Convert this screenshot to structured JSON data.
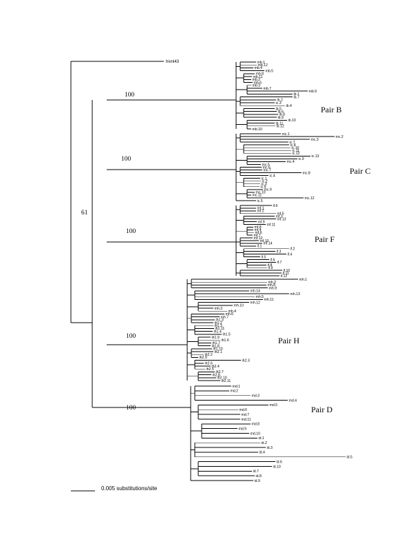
{
  "root_label": "hivnl43",
  "root_support": "61",
  "clades": [
    {
      "label": "Pair B",
      "support": "100",
      "leaves": [
        "mb.1",
        "mb.12",
        "mb.4",
        "mb.5",
        "mb.8",
        "mb.11",
        "mb.2",
        "mb.6",
        "mb.3",
        "mb.7",
        "mb.9",
        "ib.1",
        "ib.7",
        "ib.2",
        "ic.3",
        "ib.4",
        "ib.5",
        "ib.6",
        "ib.8",
        "ib.9",
        "ib.10",
        "ib.11",
        "ib.12",
        "mb.10"
      ]
    },
    {
      "label": "Pair C",
      "support": "100",
      "leaves": [
        "mc.1",
        "mc.2",
        "mc.3",
        "ic.7",
        "ic.8",
        "ic.10",
        "ic.11",
        "ic.12",
        "ic.13",
        "ic.9",
        "mc.4",
        "mc.5",
        "mc.6",
        "mc.7",
        "mc.8",
        "ic.4",
        "ic.1",
        "ic.2",
        "ic.3",
        "ic.6",
        "mc.9",
        "mc.10",
        "mc.11",
        "mc.12",
        "ic.5"
      ]
    },
    {
      "label": "Pair F",
      "support": "100",
      "leaves": [
        "if.6",
        "mf.1",
        "mf.2",
        "mf.5",
        "mf.3",
        "mf.13",
        "mf.9",
        "mf.11",
        "mf.8",
        "mf.4",
        "mf.6",
        "mf.7",
        "mf.12",
        "mf.10",
        "mf.14",
        "if.1",
        "if.2",
        "if.3",
        "if.4",
        "if.5",
        "if.6",
        "if.7",
        "if.8",
        "if.9",
        "if.10",
        "if.11",
        "if.12"
      ]
    },
    {
      "label": "Pair H",
      "support": "100",
      "leaves": [
        "mh.1",
        "mh.2",
        "mh.8",
        "mh.9",
        "mh.14",
        "mh.13",
        "mh.5",
        "mh.11",
        "mh.12",
        "mh.10",
        "mh.3",
        "mh.4",
        "mh.6",
        "mh.7",
        "ih1.3",
        "ih1.2",
        "ih1.3",
        "ih1.11",
        "ih1.4",
        "ih1.5",
        "ih1.9",
        "ih1.6",
        "ih1.7",
        "ih1.8",
        "ih1.10",
        "ih2.1",
        "ih2.2",
        "ih2.9",
        "ih2.3",
        "ih2.6",
        "ih2.4",
        "ih2.5",
        "ih2.7",
        "ih2.8",
        "ih2.10",
        "ih2.11"
      ]
    },
    {
      "label": "Pair D",
      "support": "100",
      "leaves": [
        "md.1",
        "md.2",
        "md.3",
        "md.4",
        "md.5",
        "md.6",
        "md.7",
        "md.11",
        "md.8",
        "md.9",
        "md.10",
        "id.1",
        "id.2",
        "id.3",
        "id.4",
        "id.5",
        "id.6",
        "id.10",
        "id.7",
        "id.8",
        "id.9"
      ]
    }
  ],
  "scale_label": "0.005 substitutions/site"
}
